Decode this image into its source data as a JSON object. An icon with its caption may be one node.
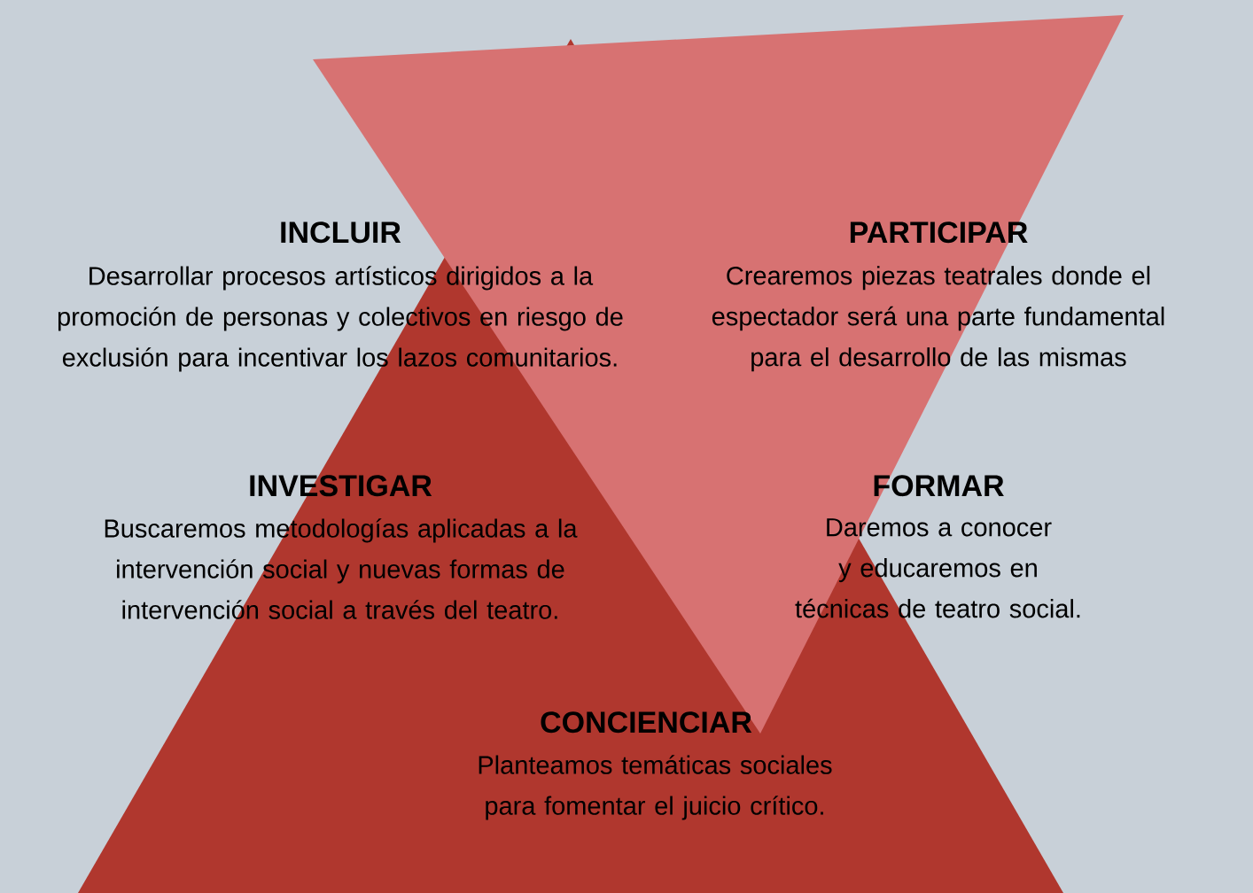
{
  "diagram": {
    "labels": [
      "INCLUIR",
      "Desarrollar procesos artísticos dirigidos a la promoción de personas y colectivos en riesgo de exclusión para incentivar los lazos comunitarios.",
      "PARTICIPAR",
      "Crearemos piezas teatrales donde el espectador será una parte fundamental para el desarrollo de las mismas",
      "INVESTIGAR",
      "Buscaremos metodologías aplicadas a la intervención social y nuevas formas de intervención social a través del teatro.",
      "FORMAR",
      "Daremos a conocer y educaremos en técnicas de teatro social.",
      "CONCIENCIAR",
      "Planteamos temáticas sociales para fomentar el juicio crítico."
    ]
  }
}
